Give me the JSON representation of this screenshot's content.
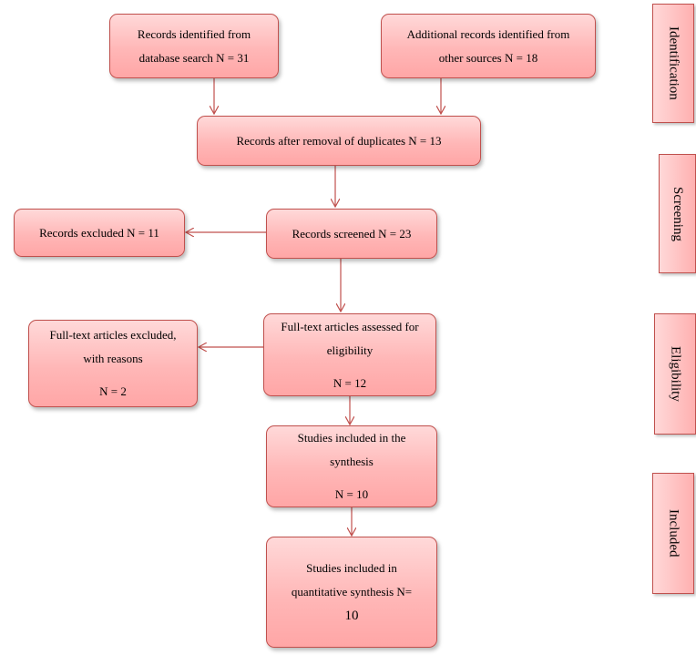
{
  "boxes": {
    "db_search": [
      "Records identified from",
      "database search N = 31"
    ],
    "other_sources": [
      "Additional records identified from",
      "other sources N = 18"
    ],
    "after_duplicates": [
      "Records after removal of duplicates N = 13"
    ],
    "screened": [
      "Records screened N = 23"
    ],
    "excluded": [
      "Records excluded N = 11"
    ],
    "fulltext_assessed": [
      "Full-text articles assessed for",
      "eligibility",
      "N = 12"
    ],
    "fulltext_excluded": [
      "Full-text articles excluded,",
      "with reasons",
      "N = 2"
    ],
    "synthesis": [
      "Studies included in the",
      "synthesis",
      "N = 10"
    ],
    "quantitative": [
      "Studies included in",
      "quantitative synthesis N=",
      "10"
    ]
  },
  "stages": [
    "Identification",
    "Screening",
    "Eligibility",
    "Included"
  ],
  "colors": {
    "box_fill_top": "#ffd9d9",
    "box_fill_bottom": "#ffa6a6",
    "border": "#c0504d",
    "arrow": "#c0504d"
  }
}
